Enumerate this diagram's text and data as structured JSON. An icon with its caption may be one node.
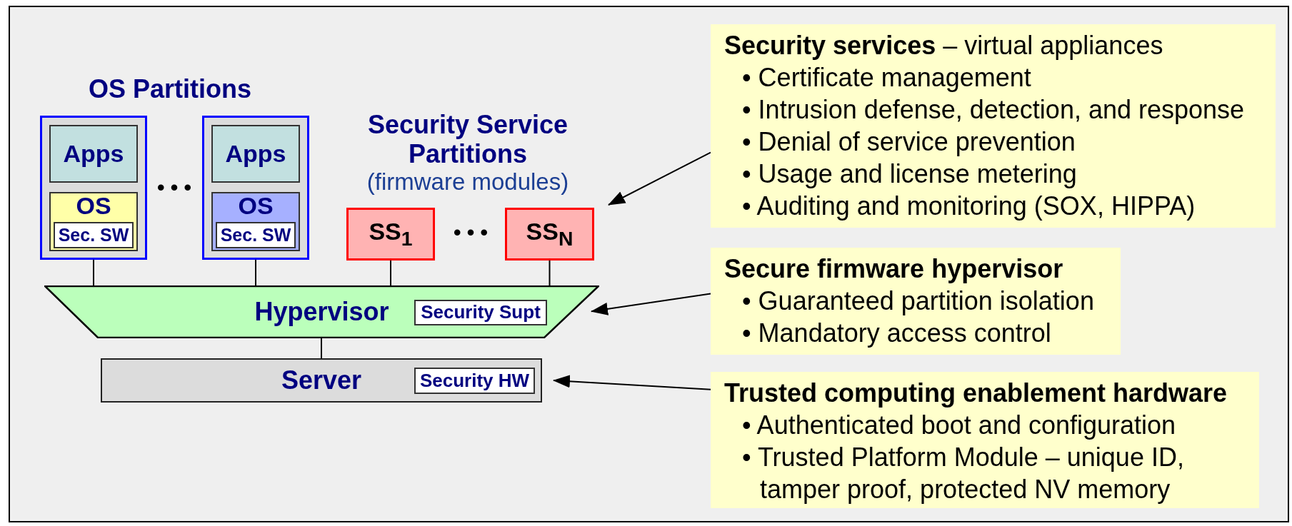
{
  "diagram": {
    "nodes": [
      {
        "text": [],
        "shape": "box"
      },
      {
        "text": [
          "Apps"
        ],
        "in": 0
      },
      {
        "text": [
          "OS"
        ],
        "in": 0
      },
      {
        "text": [
          "Sec. SW"
        ],
        "in": 2
      },
      {
        "text": [],
        "shape": "box"
      },
      {
        "text": [
          "Apps"
        ],
        "in": 4
      },
      {
        "text": [
          "OS"
        ],
        "in": 4
      },
      {
        "text": [
          "Sec. SW"
        ],
        "in": 6
      },
      {
        "text": [
          "SS$_{1}$"
        ]
      },
      {
        "text": [
          "SS$_{N}$"
        ]
      },
      {
        "text": [
          "Hypervisor"
        ]
      },
      {
        "text": [
          "Security Supt"
        ],
        "in": 10
      },
      {
        "text": [
          "Server"
        ]
      },
      {
        "text": [
          "Security HW"
        ],
        "in": 12
      },
      {
        "text": [
          "**Security services** – virtual appliances",
          "• Certificate management",
          "• Intrusion defense, detection, and response",
          "• Denial of service prevention",
          "• Usage and license metering",
          "• Auditing and monitoring (SOX, HIPPA)"
        ]
      },
      {
        "text": [
          "Secure firmware hypervisor",
          "• Guaranteed partition isolation",
          "• Mandatory access control"
        ]
      },
      {
        "text": [
          "Trusted computing enablement hardware",
          "• Authenticated boot and configuration",
          "• Trusted Platform Module – unique ID, tamper proof, protected NV memory"
        ]
      }
    ],
    "edges": [
      {
        "from": 0,
        "to": 10,
        "arrow": "none"
      },
      {
        "from": 4,
        "to": 10,
        "arrow": "none"
      },
      {
        "from": 8,
        "to": 10,
        "arrow": "none"
      },
      {
        "from": 9,
        "to": 10,
        "arrow": "none"
      },
      {
        "from": 10,
        "to": 12,
        "arrow": "none"
      },
      {
        "from": 14,
        "to": 9,
        "arrow": "to"
      },
      {
        "from": 15,
        "to": 10,
        "arrow": "to"
      },
      {
        "from": 16,
        "to": 12,
        "arrow": "to"
      }
    ],
    "labels": [
      "OS Partitions",
      "Security Service Partitions",
      "(firmware modules)",
      "• • •",
      "• • •"
    ]
  }
}
